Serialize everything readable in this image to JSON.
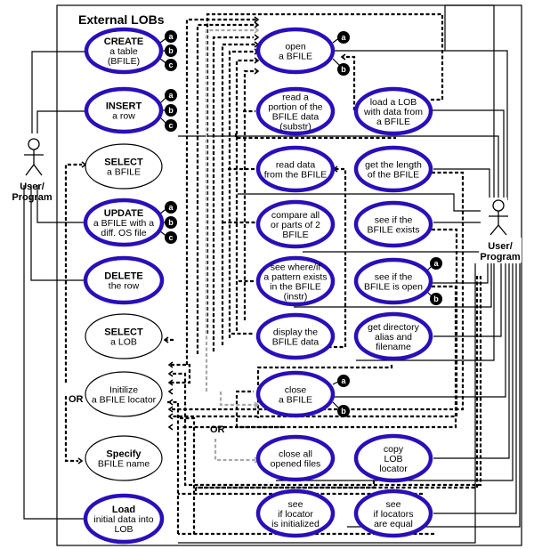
{
  "title": "External LOBs",
  "actors": {
    "left": {
      "label_line1": "User/",
      "label_line2": "Program"
    },
    "right": {
      "label_line1": "User/",
      "label_line2": "Program"
    }
  },
  "or_labels": [
    "OR",
    "OR"
  ],
  "badges": [
    "a",
    "b",
    "c"
  ],
  "colors": {
    "primary_use_case_stroke": "#2a0fb8",
    "secondary_use_case_stroke": "#000000",
    "alt_path": "#a8a8a8"
  },
  "use_cases": {
    "create": {
      "lines": [
        "CREATE",
        "a table",
        "(BFILE)"
      ],
      "bold_first": true
    },
    "insert": {
      "lines": [
        "INSERT",
        "a row"
      ],
      "bold_first": true
    },
    "select_bfile": {
      "lines": [
        "SELECT",
        "a BFILE"
      ],
      "bold_first": true
    },
    "update": {
      "lines": [
        "UPDATE",
        "a BFILE with a",
        "diff. OS file"
      ],
      "bold_first": true
    },
    "delete": {
      "lines": [
        "DELETE",
        "the row"
      ],
      "bold_first": true
    },
    "select_lob": {
      "lines": [
        "SELECT",
        "a LOB"
      ],
      "bold_first": true
    },
    "initialize": {
      "lines": [
        "Initilize",
        "a BFILE locator"
      ],
      "bold_first": false
    },
    "specify": {
      "lines": [
        "Specify",
        "BFILE name"
      ],
      "bold_first": true
    },
    "load_initial": {
      "lines": [
        "Load",
        "initial data into",
        "LOB"
      ],
      "bold_first": true
    },
    "open": {
      "lines": [
        "open",
        "a BFILE"
      ],
      "bold_first": false
    },
    "read_portion": {
      "lines": [
        "read a",
        "portion of the",
        "BFILE data",
        "(substr)"
      ],
      "bold_first": false
    },
    "load_lob": {
      "lines": [
        "load a LOB",
        "with data from",
        "a BFILE"
      ],
      "bold_first": false
    },
    "read_data": {
      "lines": [
        "read data",
        "from the BFILE"
      ],
      "bold_first": false
    },
    "get_length": {
      "lines": [
        "get the length",
        "of the BFILE"
      ],
      "bold_first": false
    },
    "compare": {
      "lines": [
        "compare all",
        "or parts of 2",
        "BFILE"
      ],
      "bold_first": false
    },
    "exists": {
      "lines": [
        "see if the",
        "BFILE exists"
      ],
      "bold_first": false
    },
    "instr": {
      "lines": [
        "see where/if",
        "a pattern exists",
        "in the BFILE",
        "(instr)"
      ],
      "bold_first": false
    },
    "is_open": {
      "lines": [
        "see if the",
        "BFILE is open"
      ],
      "bold_first": false
    },
    "display": {
      "lines": [
        "display the",
        "BFILE data"
      ],
      "bold_first": false
    },
    "dir_alias": {
      "lines": [
        "get directory",
        "alias and",
        "filename"
      ],
      "bold_first": false
    },
    "close": {
      "lines": [
        "close",
        "a BFILE"
      ],
      "bold_first": false
    },
    "close_all": {
      "lines": [
        "close all",
        "opened files"
      ],
      "bold_first": false
    },
    "copy_locator": {
      "lines": [
        "copy",
        "LOB",
        "locator"
      ],
      "bold_first": false
    },
    "locator_init": {
      "lines": [
        "see",
        "if locator",
        "is initialized"
      ],
      "bold_first": false
    },
    "locators_equal": {
      "lines": [
        "see",
        "if locators",
        "are equal"
      ],
      "bold_first": false
    }
  }
}
